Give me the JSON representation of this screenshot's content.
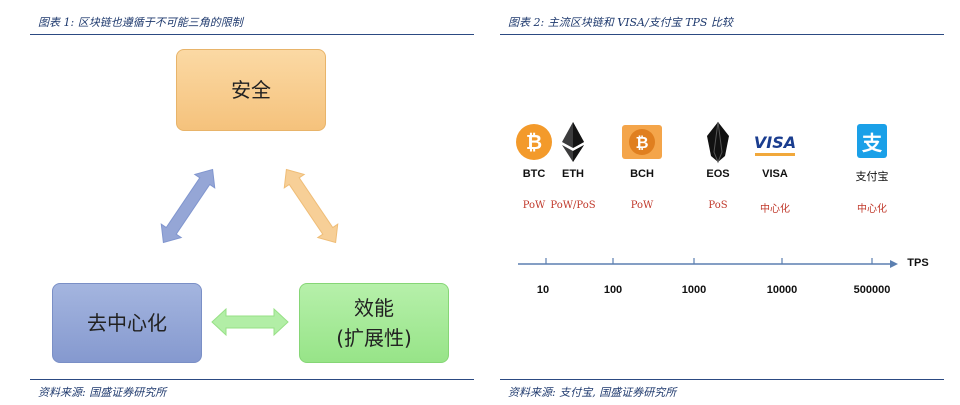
{
  "left": {
    "caption": "图表 1:  区块链也遵循于不可能三角的限制",
    "source": "资料来源:  国盛证券研究所",
    "boxes": {
      "security": "安全",
      "decentralization": "去中心化",
      "efficiency_line1": "效能",
      "efficiency_line2": "(扩展性)"
    }
  },
  "right": {
    "caption": "图表 2:  主流区块链和 VISA/支付宝 TPS 比较",
    "source": "资料来源:  支付宝,  国盛证券研究所",
    "axis_label": "TPS",
    "systems": [
      {
        "name": "BTC",
        "consensus": "PoW",
        "icon": "bitcoin-icon"
      },
      {
        "name": "ETH",
        "consensus": "PoW/PoS",
        "icon": "ethereum-icon"
      },
      {
        "name": "BCH",
        "consensus": "PoW",
        "icon": "bitcoin-cash-icon"
      },
      {
        "name": "EOS",
        "consensus": "PoS",
        "icon": "eos-icon"
      },
      {
        "name": "VISA",
        "consensus": "中心化",
        "icon": "visa-logo",
        "logo_text": "VISA"
      },
      {
        "name": "支付宝",
        "consensus": "中心化",
        "icon": "alipay-icon",
        "logo_text": "支"
      }
    ],
    "ticks": [
      "10",
      "100",
      "1000",
      "10000",
      "500000"
    ]
  },
  "colors": {
    "caption": "#1f3a6e",
    "rule": "#2c4a82",
    "security_box": "#f7c98a",
    "decentralization_box": "#8fa3d4",
    "efficiency_box": "#a6e89a",
    "consensus_text": "#c0392b",
    "axis": "#5b7fb0"
  }
}
